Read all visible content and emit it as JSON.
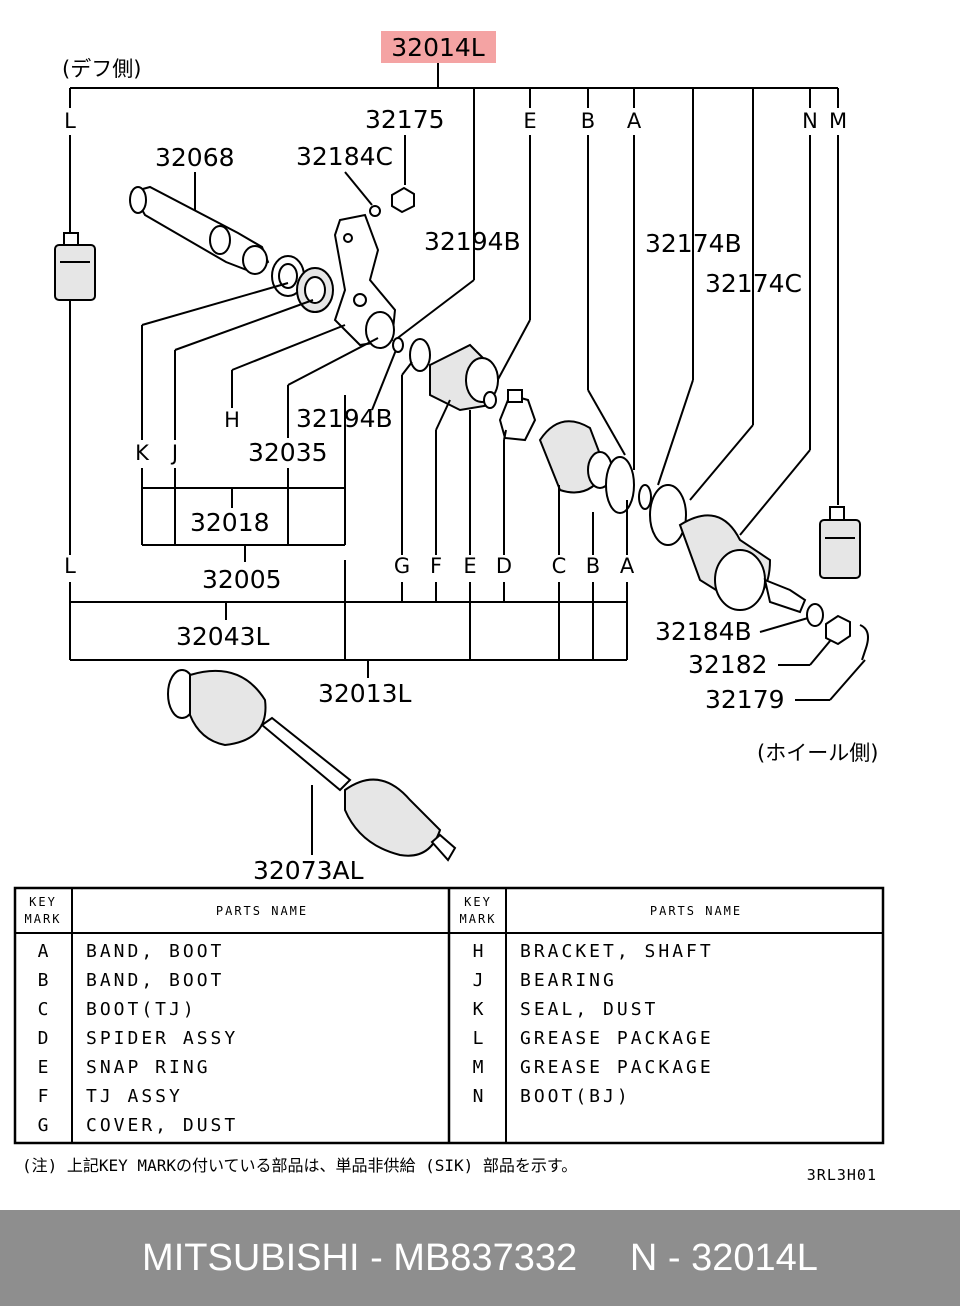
{
  "diagram": {
    "assembly_number": "32014L",
    "differential_side_label": "(デフ側)",
    "wheel_side_label": "(ホイール側)",
    "part_numbers": {
      "p32175": "32175",
      "p32068": "32068",
      "p32184C": "32184C",
      "p32194B_top": "32194B",
      "p32174B": "32174B",
      "p32174C": "32174C",
      "p32194B_mid": "32194B",
      "p32035": "32035",
      "p32018": "32018",
      "p32005": "32005",
      "p32043L": "32043L",
      "p32013L": "32013L",
      "p32184B": "32184B",
      "p32182": "32182",
      "p32179": "32179",
      "p32073AL": "32073AL"
    },
    "top_keys": [
      "L",
      "E",
      "B",
      "A",
      "N",
      "M"
    ],
    "left_keys": [
      "K",
      "J",
      "H"
    ],
    "bottom_keys": [
      "L",
      "G",
      "F",
      "E",
      "D",
      "C",
      "B",
      "A"
    ]
  },
  "table": {
    "header_key": [
      "KEY",
      "MARK"
    ],
    "header_name": "PARTS NAME",
    "left_rows": [
      {
        "key": "A",
        "name": "BAND, BOOT"
      },
      {
        "key": "B",
        "name": "BAND, BOOT"
      },
      {
        "key": "C",
        "name": "BOOT(TJ)"
      },
      {
        "key": "D",
        "name": "SPIDER ASSY"
      },
      {
        "key": "E",
        "name": "SNAP RING"
      },
      {
        "key": "F",
        "name": "TJ ASSY"
      },
      {
        "key": "G",
        "name": "COVER, DUST"
      }
    ],
    "right_rows": [
      {
        "key": "H",
        "name": "BRACKET, SHAFT"
      },
      {
        "key": "J",
        "name": "BEARING"
      },
      {
        "key": "K",
        "name": "SEAL, DUST"
      },
      {
        "key": "L",
        "name": "GREASE PACKAGE"
      },
      {
        "key": "M",
        "name": "GREASE PACKAGE"
      },
      {
        "key": "N",
        "name": "BOOT(BJ)"
      }
    ]
  },
  "note": "(注) 上記KEY MARKの付いている部品は、単品非供給 (SIK) 部品を示す。",
  "drawing_code": "3RL3H01",
  "footer": {
    "brand": "MITSUBISHI",
    "sep1": " - ",
    "part_number": "MB837332",
    "gap": "     ",
    "key": "N",
    "sep2": " - ",
    "ref": "32014L"
  }
}
